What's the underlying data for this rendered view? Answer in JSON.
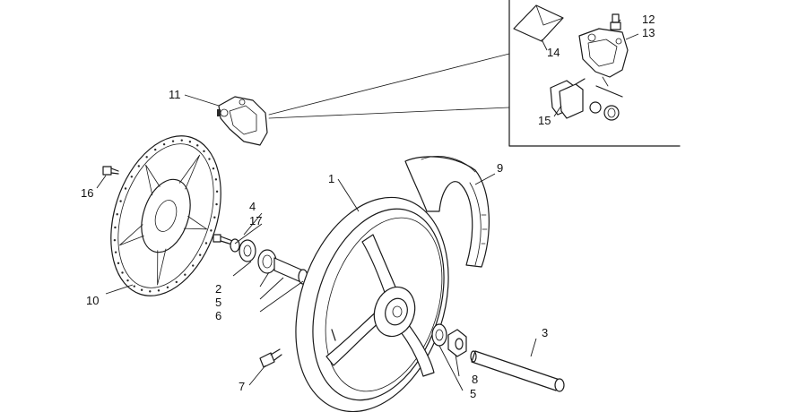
{
  "diagram": {
    "callouts": {
      "c1": "1",
      "c2": "2",
      "c3": "3",
      "c4": "4",
      "c5a": "5",
      "c5b": "5",
      "c6": "6",
      "c7": "7",
      "c8": "8",
      "c9": "9",
      "c10": "10",
      "c11": "11",
      "c12": "12",
      "c13": "13",
      "c14": "14",
      "c15": "15",
      "c16": "16",
      "c17": "17"
    }
  }
}
